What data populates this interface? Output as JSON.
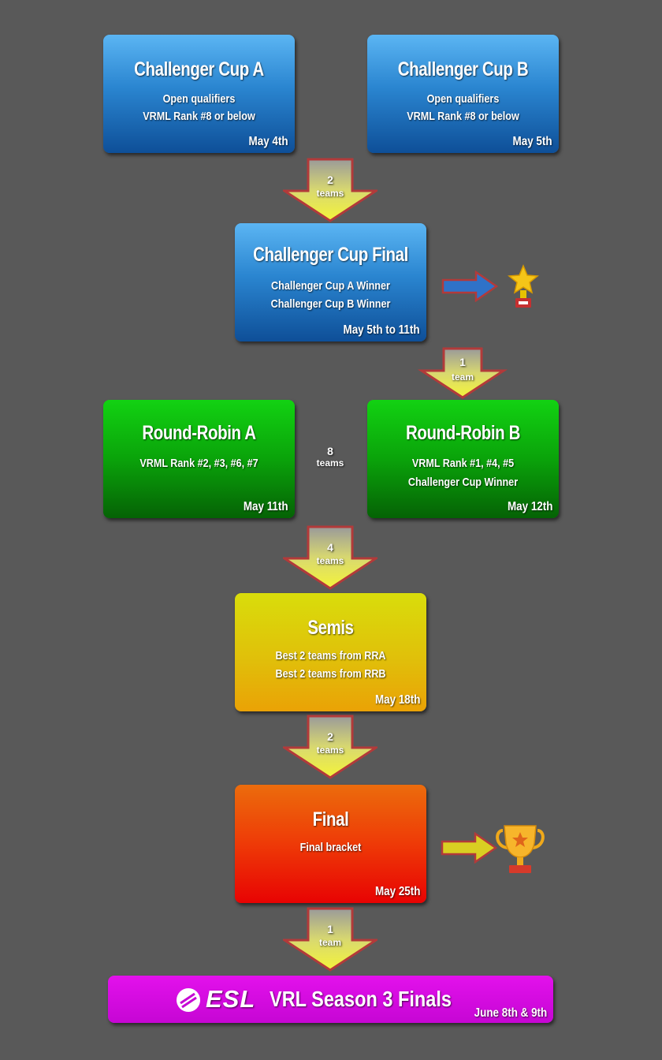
{
  "challenger_a": {
    "title": "Challenger Cup A",
    "line1": "Open qualifiers",
    "line2": "VRML Rank #8 or below",
    "date": "May 4th"
  },
  "challenger_b": {
    "title": "Challenger Cup B",
    "line1": "Open qualifiers",
    "line2": "VRML Rank #8 or below",
    "date": "May 5th"
  },
  "arrow1": {
    "count": "2",
    "unit": "teams"
  },
  "challenger_final": {
    "title": "Challenger Cup Final",
    "line1": "Challenger Cup A Winner",
    "line2": "Challenger Cup B Winner",
    "date": "May 5th to 11th"
  },
  "arrow2": {
    "count": "1",
    "unit": "team"
  },
  "rr_a": {
    "title": "Round-Robin A",
    "line1": "VRML Rank #2, #3, #6, #7",
    "date": "May 11th"
  },
  "rr_b": {
    "title": "Round-Robin B",
    "line1": "VRML Rank #1, #4, #5",
    "line2": "Challenger Cup Winner",
    "date": "May 12th"
  },
  "rr_middle": {
    "count": "8",
    "unit": "teams"
  },
  "arrow3": {
    "count": "4",
    "unit": "teams"
  },
  "semis": {
    "title": "Semis",
    "line1": "Best 2 teams from RRA",
    "line2": "Best 2 teams from RRB",
    "date": "May 18th"
  },
  "arrow4": {
    "count": "2",
    "unit": "teams"
  },
  "final": {
    "title": "Final",
    "line1": "Final bracket",
    "date": "May 25th"
  },
  "arrow5": {
    "count": "1",
    "unit": "team"
  },
  "banner": {
    "logo_text": "ESL",
    "title": "VRL Season 3 Finals",
    "date": "June 8th & 9th"
  },
  "colors": {
    "blue": "#2a85d0",
    "green": "#0aa30a",
    "yellow": "#e0c00a",
    "red": "#ee3a07",
    "magenta": "#d60ade",
    "arrow_fill": "#e8e85a"
  },
  "icons": {
    "small_trophy": "star-trophy-icon",
    "big_trophy": "trophy-icon",
    "esl_logo": "esl-logo-icon"
  }
}
